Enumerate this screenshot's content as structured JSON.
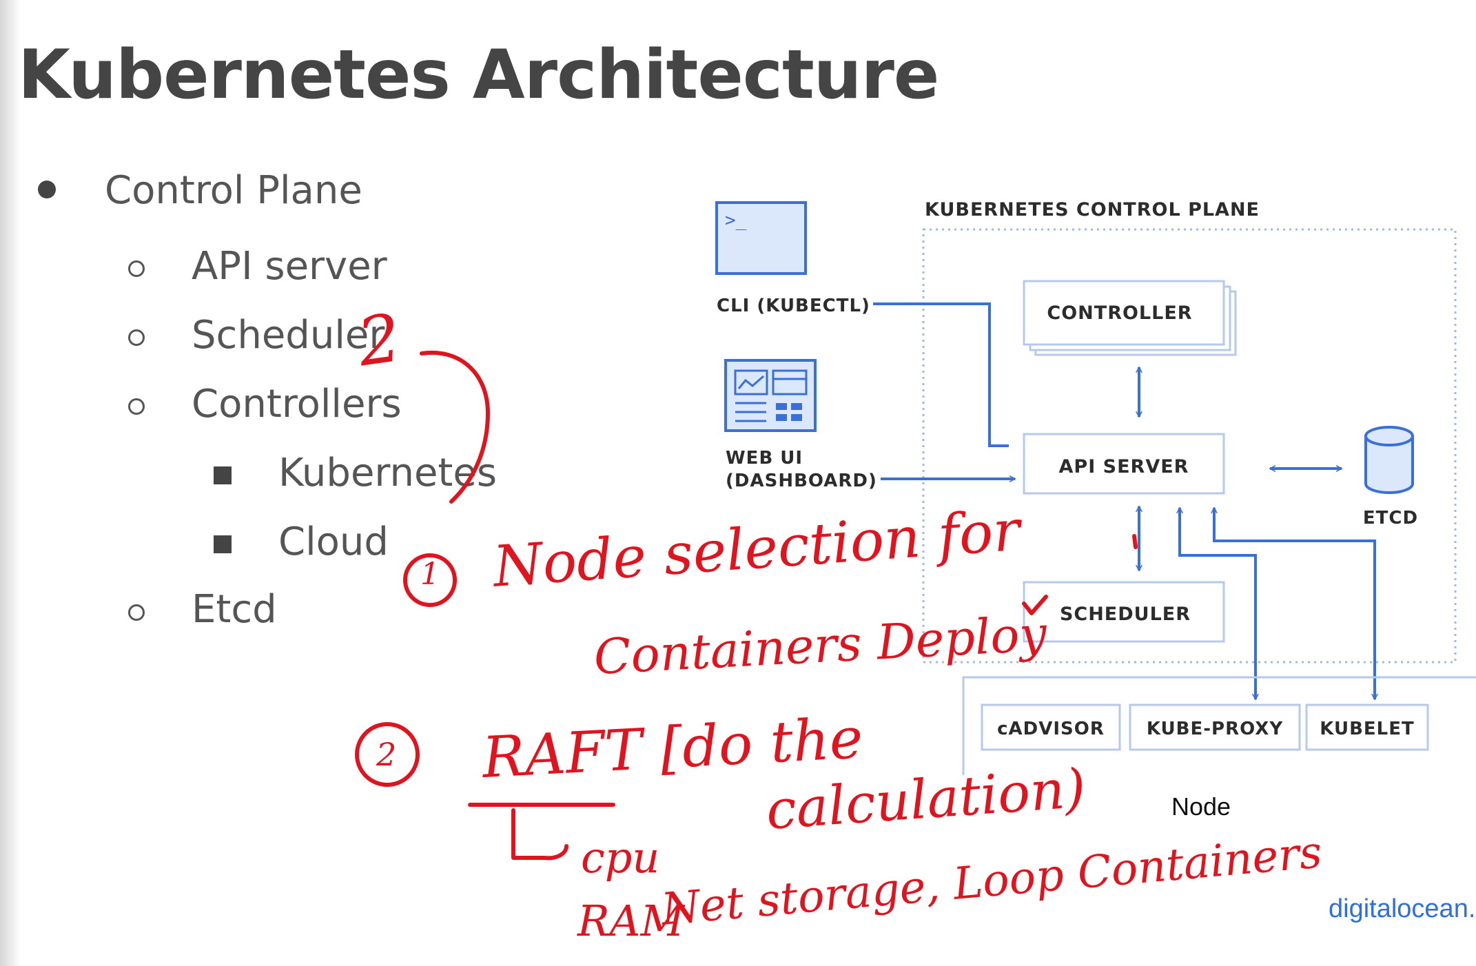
{
  "slide": {
    "title": "Kubernetes Architecture",
    "outline": {
      "main": "Control Plane",
      "sub": [
        "API server",
        "Scheduler",
        "Controllers",
        "Etcd"
      ],
      "controllers_sub": [
        "Kubernetes",
        "Cloud"
      ]
    }
  },
  "diagram": {
    "control_plane_title": "KUBERNETES CONTROL PLANE",
    "cli_label": "CLI (KUBECTL)",
    "cli_prompt": ">_",
    "webui_label_1": "WEB UI",
    "webui_label_2": "(DASHBOARD)",
    "controller": "CONTROLLER",
    "api_server": "API SERVER",
    "scheduler": "SCHEDULER",
    "etcd": "ETCD",
    "node_components": [
      "cADVISOR",
      "KUBE-PROXY",
      "KUBELET"
    ],
    "node_label": "Node",
    "colors": {
      "blue": "#3a6fd8",
      "box_fill": "#dbe7fb",
      "border": "#b5c9ea",
      "ink": "#e0141e"
    }
  },
  "brand": "digitalocean.",
  "annotations": {
    "num_2": "2",
    "circle_1": "1",
    "line_1": "Node selection for",
    "line_2": "Containers Deploy",
    "circle_2": "2",
    "raft": "RAFT [do the",
    "cpu": "cpu",
    "calc": "calculation)",
    "ram": "RAM",
    "storage": "Net storage, Loop Containers"
  }
}
